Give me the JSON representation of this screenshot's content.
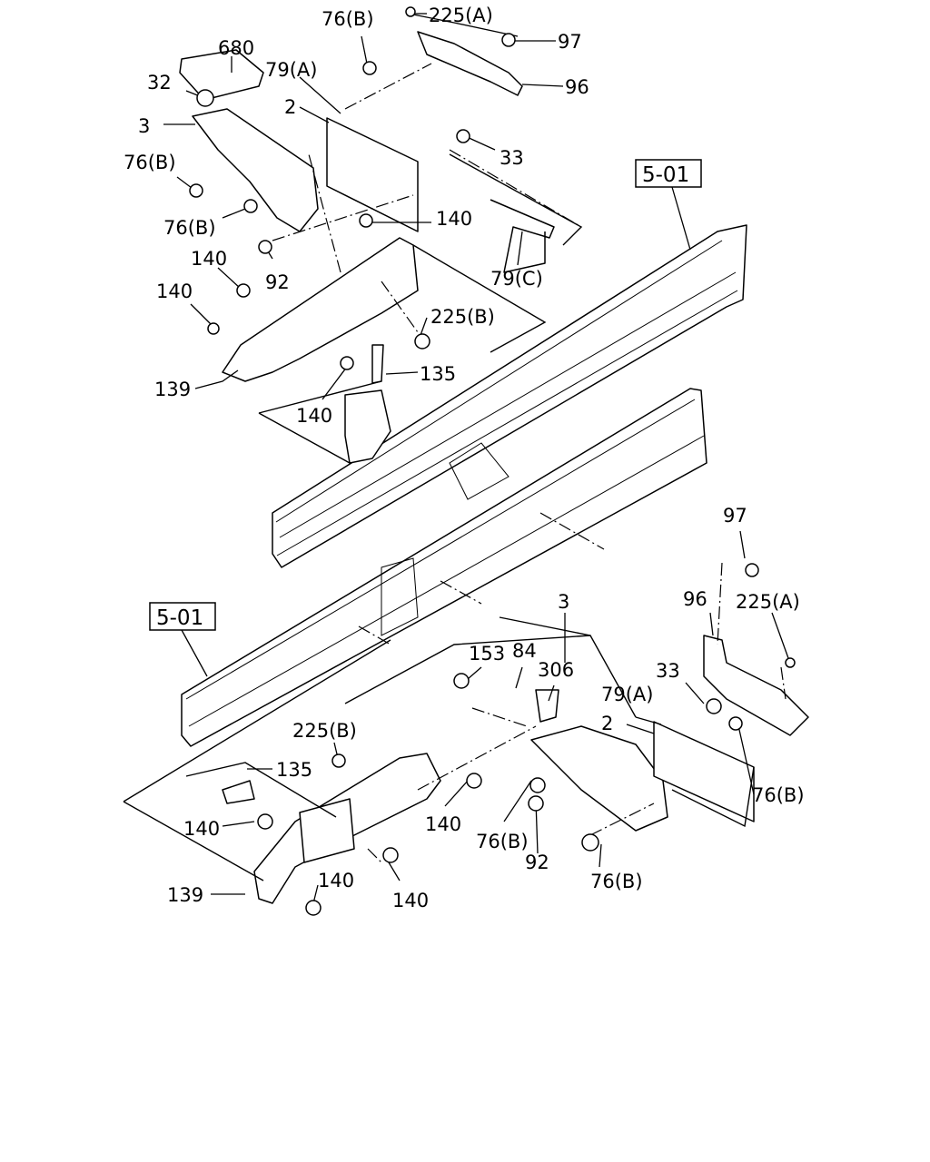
{
  "frame_refs": [
    "5-01",
    "5-01"
  ],
  "callouts": [
    "76(B)",
    "225(A)",
    "97",
    "680",
    "79(A)",
    "96",
    "32",
    "2",
    "3",
    "33",
    "76(B)",
    "76(B)",
    "140",
    "140",
    "92",
    "79(C)",
    "140",
    "225(B)",
    "139",
    "135",
    "140",
    "97",
    "96",
    "225(A)",
    "3",
    "153",
    "84",
    "306",
    "33",
    "79(A)",
    "2",
    "225(B)",
    "135",
    "76(B)",
    "140",
    "140",
    "76(B)",
    "92",
    "139",
    "140",
    "140",
    "76(B)"
  ]
}
